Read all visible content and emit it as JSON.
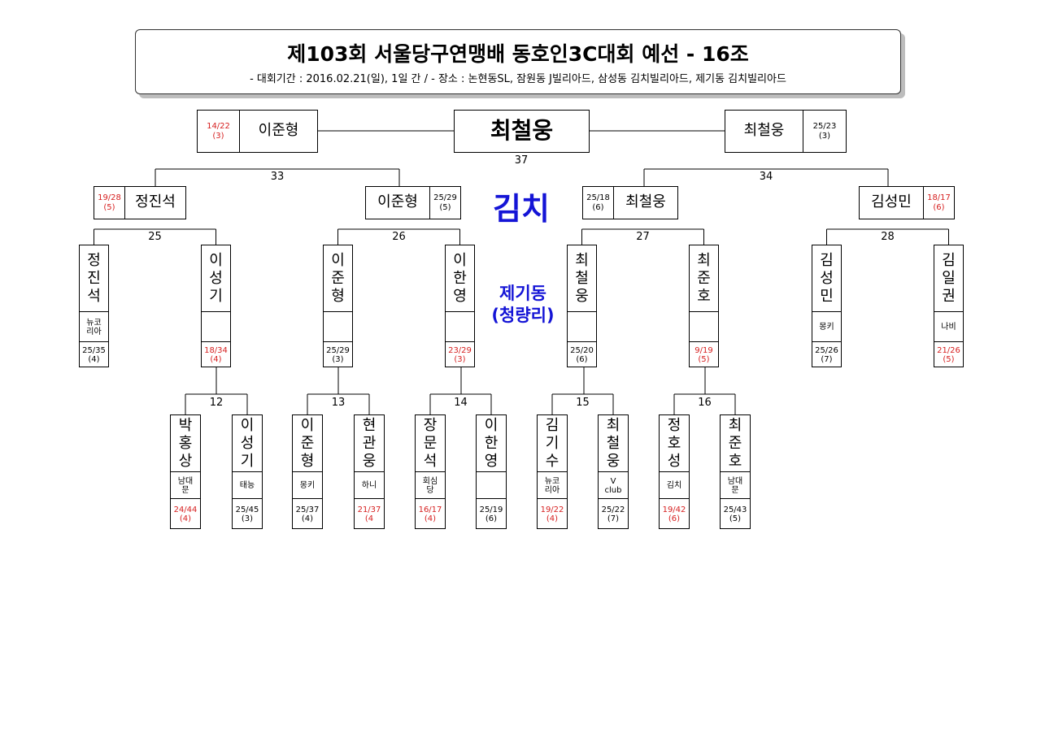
{
  "header": {
    "title": "제103회  서울당구연맹배  동호인3C대회  예선  -  16조",
    "subtitle": "-  대회기간 : 2016.02.21(일), 1일  간  /  -  장소 : 논현동SL, 잠원동  J빌리아드,  삼성동  김치빌리아드,  제기동  김치빌리아드"
  },
  "labels": {
    "winner": "최철웅",
    "venue1": "김치",
    "venue2_line1": "제기동",
    "venue2_line2": "(청량리)"
  },
  "final": {
    "match_no": "37",
    "left": {
      "name": "이준형",
      "score": "14/22",
      "inn": "(3)"
    },
    "right": {
      "name": "최철웅",
      "score": "25/23",
      "inn": "(3)"
    }
  },
  "semis": [
    {
      "match_no": "33",
      "left": {
        "name": "정진석",
        "score": "19/28",
        "inn": "(5)"
      },
      "right": {
        "name": "이준형",
        "score": "25/29",
        "inn": "(5)"
      }
    },
    {
      "match_no": "34",
      "left": {
        "name": "최철웅",
        "score": "25/18",
        "inn": "(6)"
      },
      "right": {
        "name": "김성민",
        "score": "18/17",
        "inn": "(6)"
      }
    }
  ],
  "round2": [
    {
      "match_no": "25",
      "players": [
        {
          "chars": [
            "정",
            "진",
            "석"
          ],
          "club": [
            "뉴코",
            "리아"
          ],
          "score": "25/35",
          "inn": "(4)"
        },
        {
          "chars": [
            "이",
            "성",
            "기"
          ],
          "club": [
            ""
          ],
          "score": "18/34",
          "inn": "(4)"
        }
      ]
    },
    {
      "match_no": "26",
      "players": [
        {
          "chars": [
            "이",
            "준",
            "형"
          ],
          "club": [
            ""
          ],
          "score": "25/29",
          "inn": "(3)"
        },
        {
          "chars": [
            "이",
            "한",
            "영"
          ],
          "club": [
            ""
          ],
          "score": "23/29",
          "inn": "(3)"
        }
      ]
    },
    {
      "match_no": "27",
      "players": [
        {
          "chars": [
            "최",
            "철",
            "웅"
          ],
          "club": [
            ""
          ],
          "score": "25/20",
          "inn": "(6)"
        },
        {
          "chars": [
            "최",
            "준",
            "호"
          ],
          "club": [
            ""
          ],
          "score": "9/19",
          "inn": "(5)"
        }
      ]
    },
    {
      "match_no": "28",
      "players": [
        {
          "chars": [
            "김",
            "성",
            "민"
          ],
          "club": [
            "몽키"
          ],
          "score": "25/26",
          "inn": "(7)"
        },
        {
          "chars": [
            "김",
            "일",
            "권"
          ],
          "club": [
            "나비"
          ],
          "score": "21/26",
          "inn": "(5)"
        }
      ]
    }
  ],
  "round1": [
    {
      "match_no": "12",
      "players": [
        {
          "chars": [
            "박",
            "홍",
            "상"
          ],
          "club": [
            "남대",
            "문"
          ],
          "score": "24/44",
          "inn": "(4)"
        },
        {
          "chars": [
            "이",
            "성",
            "기"
          ],
          "club": [
            "태능"
          ],
          "score": "25/45",
          "inn": "(3)"
        }
      ]
    },
    {
      "match_no": "13",
      "players": [
        {
          "chars": [
            "이",
            "준",
            "형"
          ],
          "club": [
            "몽키"
          ],
          "score": "25/37",
          "inn": "(4)"
        },
        {
          "chars": [
            "현",
            "관",
            "웅"
          ],
          "club": [
            "하니"
          ],
          "score": "21/37",
          "inn": "(4"
        }
      ]
    },
    {
      "match_no": "14",
      "players": [
        {
          "chars": [
            "장",
            "문",
            "석"
          ],
          "club": [
            "회심",
            "당"
          ],
          "score": "16/17",
          "inn": "(4)"
        },
        {
          "chars": [
            "이",
            "한",
            "영"
          ],
          "club": [
            ""
          ],
          "score": "25/19",
          "inn": "(6)"
        }
      ]
    },
    {
      "match_no": "15",
      "players": [
        {
          "chars": [
            "김",
            "기",
            "수"
          ],
          "club": [
            "뉴코",
            "리아"
          ],
          "score": "19/22",
          "inn": "(4)"
        },
        {
          "chars": [
            "최",
            "철",
            "웅"
          ],
          "club": [
            "V",
            "club"
          ],
          "score": "25/22",
          "inn": "(7)"
        }
      ]
    },
    {
      "match_no": "16",
      "players": [
        {
          "chars": [
            "정",
            "호",
            "성"
          ],
          "club": [
            "김치"
          ],
          "score": "19/42",
          "inn": "(6)"
        },
        {
          "chars": [
            "최",
            "준",
            "호"
          ],
          "club": [
            "남대",
            "문"
          ],
          "score": "25/43",
          "inn": "(5)"
        }
      ]
    }
  ],
  "colors": {
    "loss_score": "#d62020",
    "venue": "#1414d6"
  }
}
